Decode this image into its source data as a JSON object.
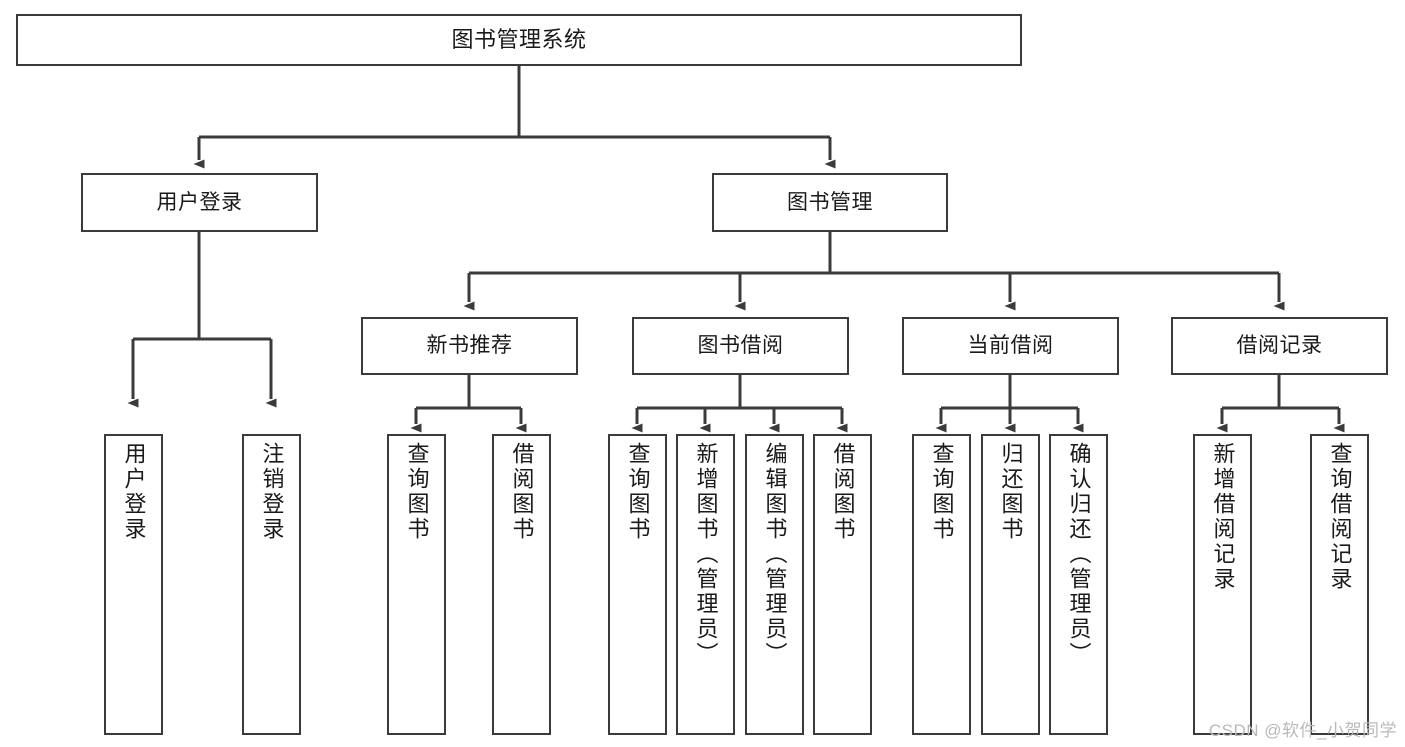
{
  "diagram": {
    "type": "tree-hierarchy",
    "title": "图书管理系统",
    "watermark": "CSDN @软件_小贺同学",
    "colors": {
      "stroke": "#3b3b3b",
      "text": "#1a1a1a",
      "background": "#ffffff",
      "watermark": "#b9b9b9"
    },
    "nodes": {
      "root": {
        "label": "图书管理系统"
      },
      "level1": [
        {
          "id": "user-login",
          "label": "用户登录"
        },
        {
          "id": "book-manage",
          "label": "图书管理"
        }
      ],
      "level2": [
        {
          "id": "new-book-recommend",
          "label": "新书推荐"
        },
        {
          "id": "book-borrow",
          "label": "图书借阅"
        },
        {
          "id": "current-borrow",
          "label": "当前借阅"
        },
        {
          "id": "borrow-record",
          "label": "借阅记录"
        }
      ],
      "leaves": {
        "user-login": [
          {
            "id": "leaf-user-login",
            "label": "用户登录"
          },
          {
            "id": "leaf-logout-login",
            "label": "注销登录"
          }
        ],
        "new-book-recommend": [
          {
            "id": "leaf-query-book-1",
            "label": "查询图书"
          },
          {
            "id": "leaf-borrow-book-1",
            "label": "借阅图书"
          }
        ],
        "book-borrow": [
          {
            "id": "leaf-query-book-2",
            "label": "查询图书"
          },
          {
            "id": "leaf-add-book",
            "label": "新增图书（管理员）"
          },
          {
            "id": "leaf-edit-book",
            "label": "编辑图书（管理员）"
          },
          {
            "id": "leaf-borrow-book-2",
            "label": "借阅图书"
          }
        ],
        "current-borrow": [
          {
            "id": "leaf-query-book-3",
            "label": "查询图书"
          },
          {
            "id": "leaf-return-book",
            "label": "归还图书"
          },
          {
            "id": "leaf-confirm-return",
            "label": "确认归还（管理员）"
          }
        ],
        "borrow-record": [
          {
            "id": "leaf-add-record",
            "label": "新增借阅记录"
          },
          {
            "id": "leaf-query-record",
            "label": "查询借阅记录"
          }
        ]
      }
    }
  }
}
